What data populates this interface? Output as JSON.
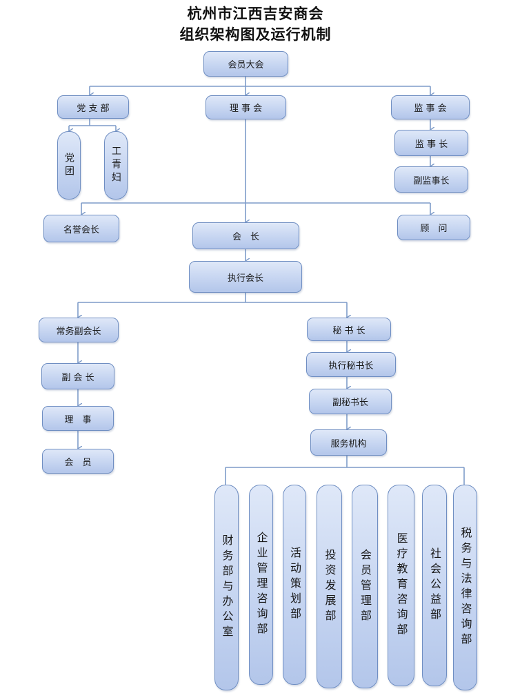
{
  "title_line1": "杭州市江西吉安商会",
  "title_line2": "组织架构图及运行机制",
  "nodes": {
    "assembly": "会员大会",
    "party_branch": "党 支 部",
    "board": "理 事 会",
    "supervisory_board": "监 事 会",
    "party_group": "党团",
    "union_youth_women": "工青妇",
    "chief_supervisor": "监 事 长",
    "deputy_chief_supervisor": "副监事长",
    "honorary_president": "名誉会长",
    "advisor": "顾　问",
    "president": "会　长",
    "executive_president": "执行会长",
    "standing_vice_president": "常务副会长",
    "vice_president": "副 会 长",
    "director": "理　事",
    "member": "会　员",
    "secretary_general": "秘 书 长",
    "executive_secretary_general": "执行秘书长",
    "deputy_secretary_general": "副秘书长",
    "service_agencies": "服务机构"
  },
  "departments": [
    "财务部与办公室",
    "企业管理咨询部",
    "活动策划部",
    "投资发展部",
    "会员管理部",
    "医疗教育咨询部",
    "社会公益部",
    "税务与法律咨询部"
  ],
  "colors": {
    "box_fill": "#c6d5f1",
    "box_border": "#6f8ec2",
    "connector": "#7f9cc9"
  }
}
